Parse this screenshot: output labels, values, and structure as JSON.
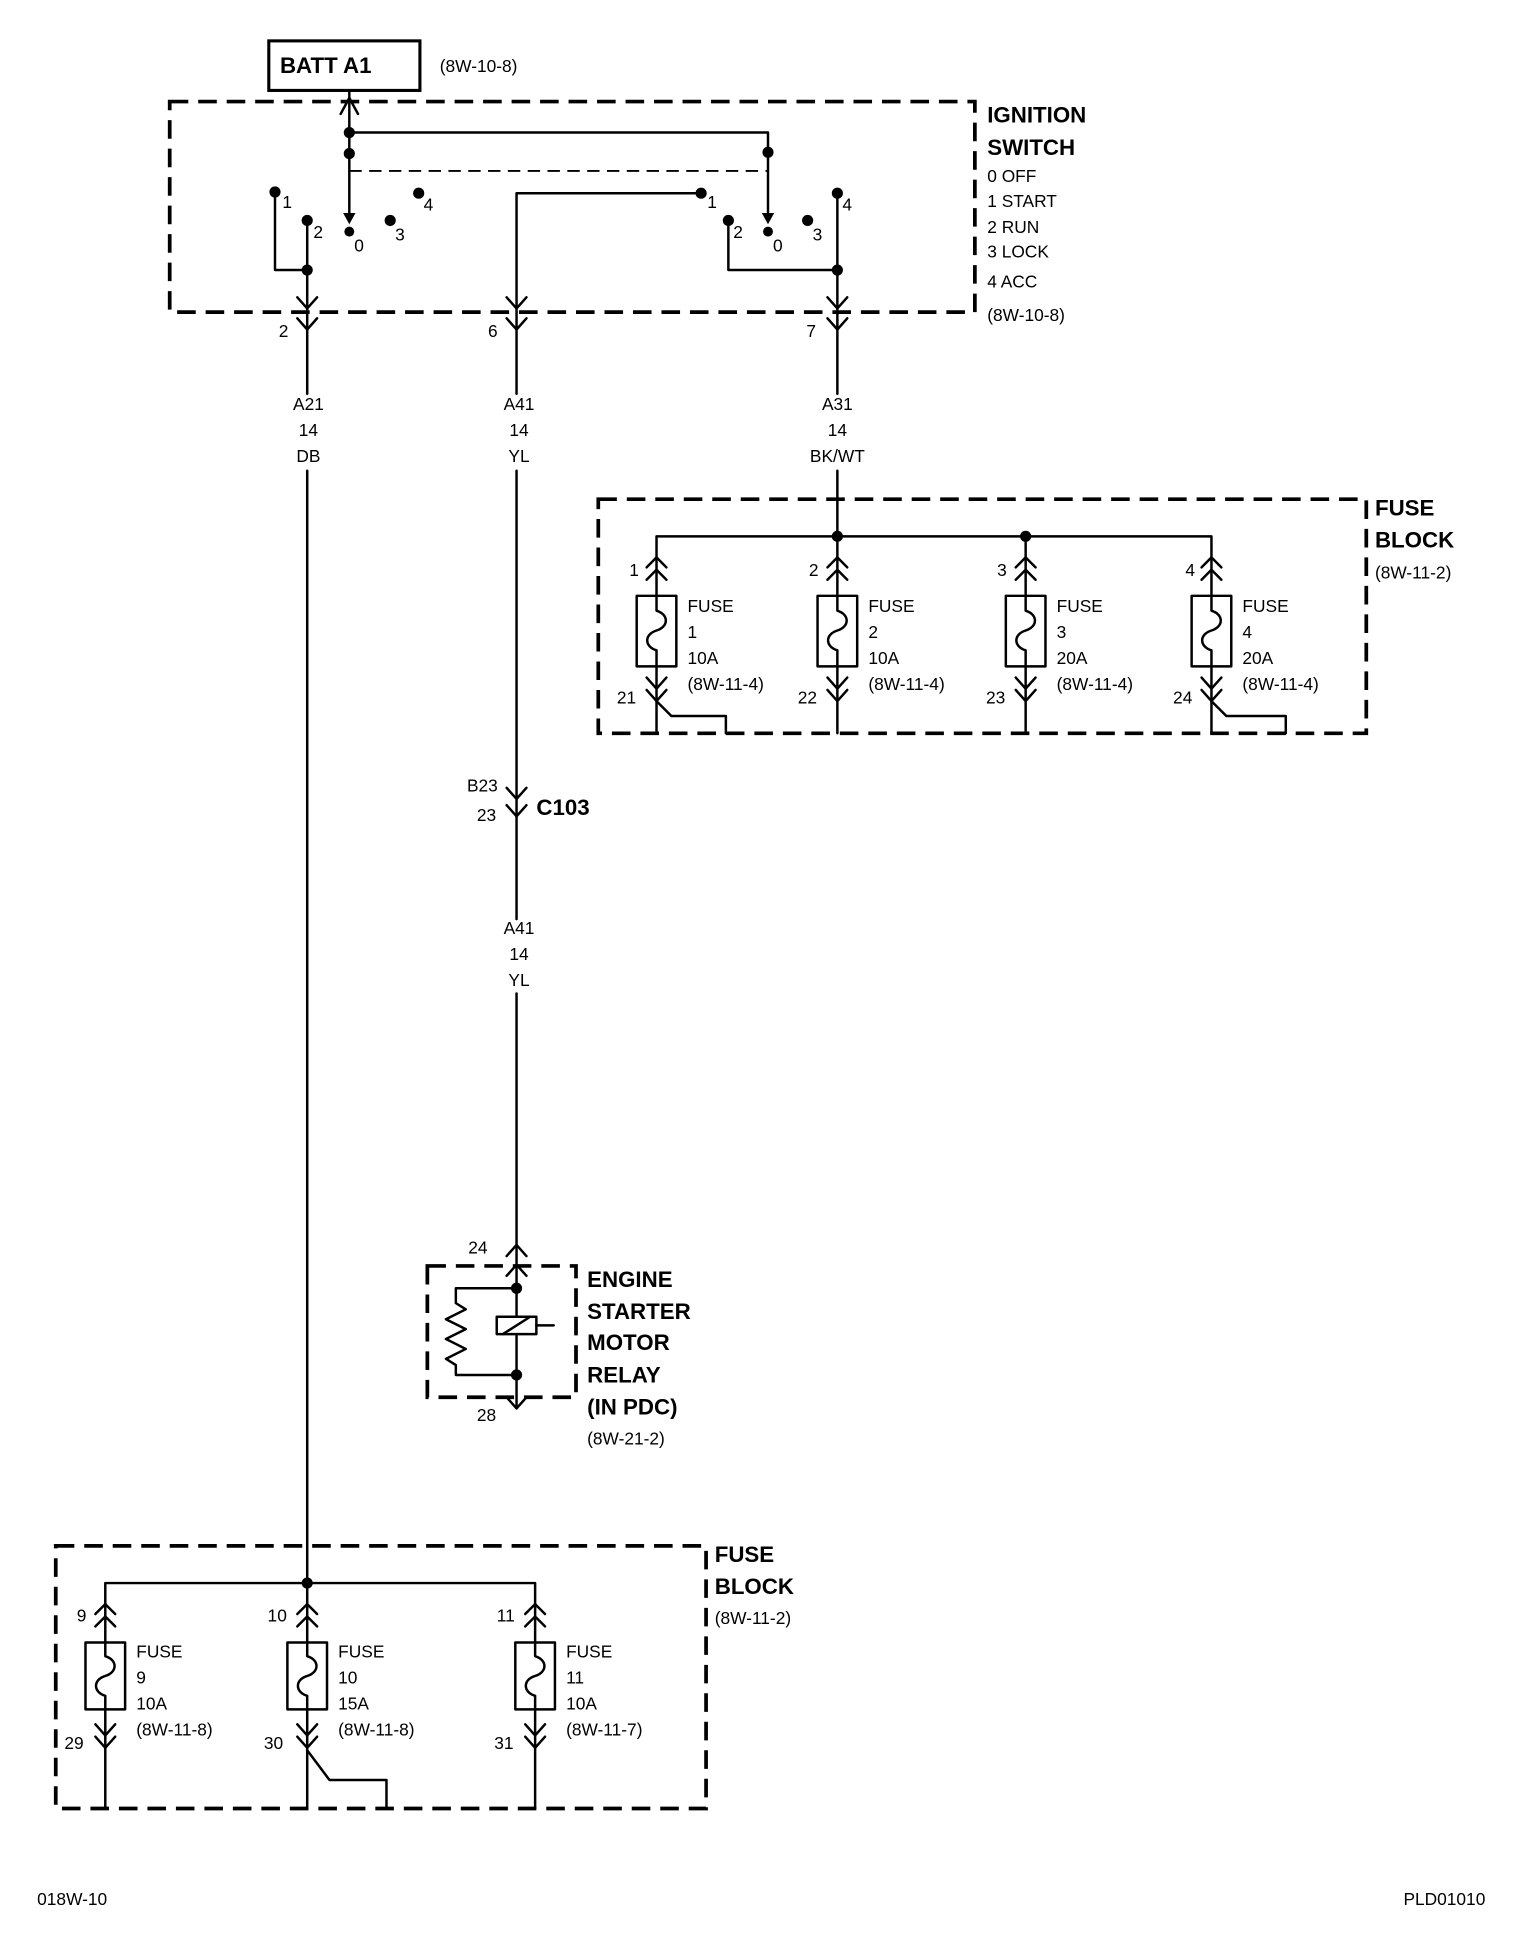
{
  "battery": {
    "label": "BATT A1",
    "ref": "(8W-10-8)"
  },
  "ignition_switch": {
    "title_line1": "IGNITION",
    "title_line2": "SWITCH",
    "positions": [
      "0 OFF",
      "1 START",
      "2 RUN",
      "3 LOCK",
      "4 ACC"
    ],
    "ref": "(8W-10-8)",
    "contacts_left": [
      "1",
      "2",
      "0",
      "3",
      "4"
    ],
    "contacts_right": [
      "1",
      "2",
      "0",
      "3",
      "4"
    ],
    "output_pins": [
      "2",
      "6",
      "7"
    ]
  },
  "wires": [
    {
      "circuit": "A21",
      "gauge": "14",
      "color": "DB"
    },
    {
      "circuit": "A41",
      "gauge": "14",
      "color": "YL"
    },
    {
      "circuit": "A31",
      "gauge": "14",
      "color": "BK/WT"
    },
    {
      "circuit": "A41",
      "gauge": "14",
      "color": "YL"
    }
  ],
  "connector_c103": {
    "name": "C103",
    "cavity_upper": "B23",
    "cavity_lower": "23"
  },
  "fuse_block_top": {
    "title_line1": "FUSE",
    "title_line2": "BLOCK",
    "ref": "(8W-11-2)",
    "fuses": [
      {
        "in_pin": "1",
        "out_pin": "21",
        "label": "FUSE",
        "number": "1",
        "rating": "10A",
        "ref": "(8W-11-4)"
      },
      {
        "in_pin": "2",
        "out_pin": "22",
        "label": "FUSE",
        "number": "2",
        "rating": "10A",
        "ref": "(8W-11-4)"
      },
      {
        "in_pin": "3",
        "out_pin": "23",
        "label": "FUSE",
        "number": "3",
        "rating": "20A",
        "ref": "(8W-11-4)"
      },
      {
        "in_pin": "4",
        "out_pin": "24",
        "label": "FUSE",
        "number": "4",
        "rating": "20A",
        "ref": "(8W-11-4)"
      }
    ]
  },
  "relay": {
    "title": [
      "ENGINE",
      "STARTER",
      "MOTOR",
      "RELAY",
      "(IN PDC)"
    ],
    "ref": "(8W-21-2)",
    "in_pin": "24",
    "out_pin": "28"
  },
  "fuse_block_bottom": {
    "title_line1": "FUSE",
    "title_line2": "BLOCK",
    "ref": "(8W-11-2)",
    "fuses": [
      {
        "in_pin": "9",
        "out_pin": "29",
        "label": "FUSE",
        "number": "9",
        "rating": "10A",
        "ref": "(8W-11-8)"
      },
      {
        "in_pin": "10",
        "out_pin": "30",
        "label": "FUSE",
        "number": "10",
        "rating": "15A",
        "ref": "(8W-11-8)"
      },
      {
        "in_pin": "11",
        "out_pin": "31",
        "label": "FUSE",
        "number": "11",
        "rating": "10A",
        "ref": "(8W-11-7)"
      }
    ]
  },
  "footer": {
    "page_id": "018W-10",
    "figure_id": "PLD01010"
  }
}
